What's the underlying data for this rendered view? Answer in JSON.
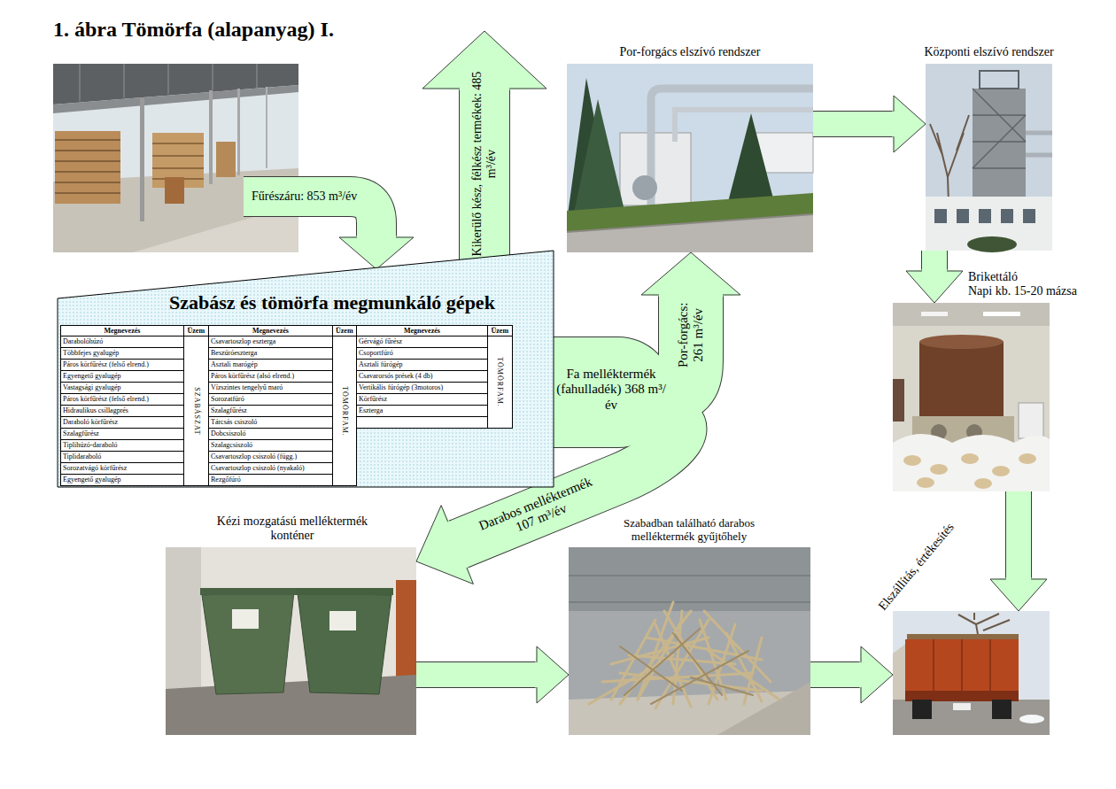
{
  "diagram": {
    "title": "1. ábra Tömörfa (alapanyag) I.",
    "nodes": [
      {
        "text": [
          "Por-forgács elszívó rendszer"
        ]
      },
      {
        "text": [
          "Központi elszívó rendszer"
        ]
      },
      {
        "text": [
          "Szabász és tömörfa megmunkáló gépek"
        ]
      },
      {
        "text": [
          "Brikettáló",
          "Napi kb. 15-20 mázsa"
        ]
      },
      {
        "text": [
          "Kézi mozgatású melléktermék konténer"
        ]
      },
      {
        "text": [
          "Szabadban található darabos melléktermék gyűjtőhely"
        ]
      },
      {
        "text": [
          "Elszállítás, értékesítés"
        ]
      }
    ],
    "edges": [
      {
        "from": 2,
        "to": 0,
        "arrow": "to",
        "label": "Por-forgács: 261 m³/év"
      },
      {
        "from": 2,
        "to": 4,
        "arrow": "to",
        "label": "Darabos melléktermék 107 m³/év"
      },
      {
        "from": 0,
        "to": 1,
        "arrow": "to"
      },
      {
        "from": 1,
        "to": 3,
        "arrow": "to"
      },
      {
        "from": 4,
        "to": 5,
        "arrow": "to"
      },
      {
        "from": 3,
        "to": 6,
        "arrow": "to"
      },
      {
        "from": 5,
        "to": 6,
        "arrow": "to"
      }
    ],
    "labels": [
      "Fűrészáru: 853 m³/év",
      "Kikerülő kész, félkész termékek: 485 m³/év",
      "Fa melléktermék (fahulladék) 368 m³/év",
      "Megnevezés",
      "Üzem",
      "Megnevezés",
      "Üzem",
      "Megnevezés",
      "Üzem",
      "SZABÁSZAT",
      "TÖMÖRFAM.",
      "TÖMÖRFAM.",
      "Darabolóhúzó",
      "Többfejes gyalugép",
      "Páros körfűrész (felső elrend.)",
      "Egyengető gyalugép",
      "Vastagsági gyalugép",
      "Páros körfűrész (felső elrend.)",
      "Hidraulikus csillagprés",
      "Daraboló körfűrész",
      "Szalagfűrész",
      "Tiplihúzó-daraboló",
      "Tiplidaraboló",
      "Sorozatvágó körfűrész",
      "Egyengető gyalugép",
      "Csavartoszlop eszterga",
      "Beszúróeszterga",
      "Asztali marógép",
      "Páros körfűrész (alsó elrend.)",
      "Vízszintes tengelyű maró",
      "Sorozatfúró",
      "Szalagfűrész",
      "Tárcsás csiszoló",
      "Dobcsiszoló",
      "Szalagcsiszoló",
      "Csavartoszlop csiszoló (függ.)",
      "Csavartoszlop csiszoló (nyakaló)",
      "Rezgőfúró",
      "Gérvágó fűrész",
      "Csoportfúró",
      "Asztali fúrógép",
      "Csavarorsós prések (4 db)",
      "Vertikális fúrógép (3motoros)",
      "Körfűrész",
      "Eszterga"
    ]
  }
}
